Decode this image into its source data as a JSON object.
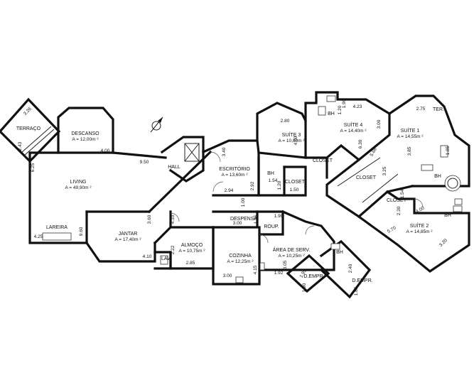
{
  "rooms": [
    {
      "id": "terraco",
      "name": "TERRAÇO",
      "area": ""
    },
    {
      "id": "descanso",
      "name": "DESCANSO",
      "area": "A = 12,00m ²"
    },
    {
      "id": "living",
      "name": "LIVING",
      "area": "A = 49,90m ²"
    },
    {
      "id": "lareira",
      "name": "LAREIRA",
      "area": ""
    },
    {
      "id": "hall",
      "name": "HALL",
      "area": ""
    },
    {
      "id": "escritorio",
      "name": "ESCRITÓRIO",
      "area": "A = 13,60m ²"
    },
    {
      "id": "jantar",
      "name": "JANTAR",
      "area": "A = 17,40m ²"
    },
    {
      "id": "almoco",
      "name": "ALMOÇO",
      "area": "A = 10,75m ²"
    },
    {
      "id": "lav",
      "name": "LAV.",
      "area": ""
    },
    {
      "id": "despensa",
      "name": "DESPENSA",
      "area": ""
    },
    {
      "id": "roup",
      "name": "ROUP.",
      "area": ""
    },
    {
      "id": "cozinha",
      "name": "COZINHA",
      "area": "A = 12,25m ²"
    },
    {
      "id": "area-serv",
      "name": "ÁREA DE SERV.",
      "area": "A = 10,25m ²"
    },
    {
      "id": "wc-empr",
      "name": "D.EMPR.",
      "area": ""
    },
    {
      "id": "d-empr",
      "name": "D.EMPR.",
      "area": ""
    },
    {
      "id": "suite3",
      "name": "SUÍTE 3",
      "area": "A = 10,80m ²"
    },
    {
      "id": "suite4",
      "name": "SUÍTE 4",
      "area": "A = 14,40m ²"
    },
    {
      "id": "suite1",
      "name": "SUÍTE 1",
      "area": "A = 14,55m ²"
    },
    {
      "id": "suite2",
      "name": "SUÍTE 2",
      "area": "A = 14,85m ²"
    },
    {
      "id": "ter",
      "name": "TER.",
      "area": ""
    },
    {
      "id": "closet-big",
      "name": "CLOSET",
      "area": ""
    },
    {
      "id": "closet-s3",
      "name": "CLOSET",
      "area": ""
    },
    {
      "id": "closet-s1",
      "name": "CLOSET",
      "area": ""
    },
    {
      "id": "closet-s2",
      "name": "CLOSET",
      "area": ""
    },
    {
      "id": "bh-s3",
      "name": "BH",
      "area": ""
    },
    {
      "id": "bh-s4",
      "name": "BH",
      "area": ""
    },
    {
      "id": "bh-s1",
      "name": "BH",
      "area": ""
    },
    {
      "id": "bh-s2",
      "name": "BH",
      "area": ""
    },
    {
      "id": "bh-serv",
      "name": "BH",
      "area": ""
    }
  ],
  "dimensions": [
    "3.26",
    "2.43",
    "6.25",
    "4.25",
    "9.60",
    "4.00",
    "9.50",
    "3.40",
    "2.92",
    "2.94",
    "3.60",
    "4.10",
    "4.10",
    "2.22",
    "2.85",
    "1.00",
    "3.00",
    "1.35",
    "1.90",
    "4.15",
    "3.00",
    "3.05",
    "1.92",
    "1.95",
    "1.90",
    "2.40",
    "1.85",
    "1.54",
    "1.50",
    "1.20",
    "2.80",
    "4.00",
    "1.90",
    "4.23",
    "1.20",
    "3.00",
    "6.30",
    "5.66",
    "3.25",
    "2.75",
    "3.85",
    "1.85",
    "1.54",
    "2.30",
    "4.00",
    "5.70",
    "3.20"
  ]
}
